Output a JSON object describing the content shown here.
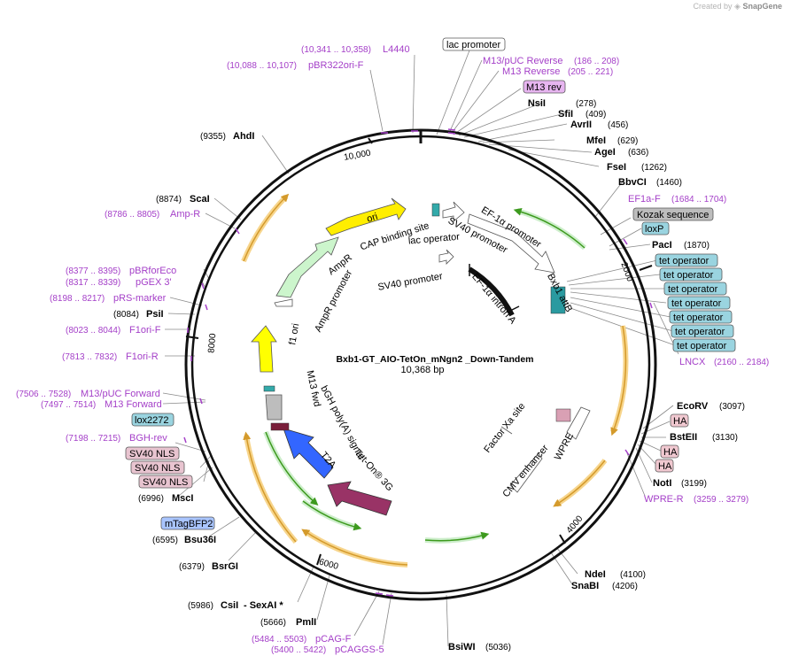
{
  "app": {
    "credit_prefix": "Created by",
    "brand": "SnapGene"
  },
  "map": {
    "name": "Bxb1-GT_AIO-TetOn_mNgn2 _Down-Tandem",
    "length_label": "10,368 bp",
    "ticks": [
      "10,000",
      "2000",
      "4000",
      "6000",
      "8000"
    ]
  },
  "features": {
    "ori": "ori",
    "cap": "CAP binding site",
    "lac_op": "lac operator",
    "sv40_prom": "SV40 promoter",
    "ef1a_prom": "EF-1α promoter",
    "sv40_prom_inner": "SV40 promoter",
    "ef1a_intron": "EF-1α intron A",
    "bxb1": "Bxb1 attB",
    "ampr": "AmpR",
    "ampr_prom": "AmpR promoter",
    "f1ori": "f1 ori",
    "m13fwd": "M13 fwd",
    "bgh": "bGH poly(A) signal",
    "t2a": "T2A",
    "teton": "Tet-On® 3G",
    "factorxa": "Factor Xa site",
    "cmv": "CMV enhancer",
    "wpre": "WPRE"
  },
  "boxes": {
    "lac_promoter": "lac promoter",
    "m13_rev": "M13 rev",
    "kozak": "Kozak sequence",
    "loxp": "loxP",
    "tet_operator": "tet operator",
    "ha": "HA",
    "lox2272": "lox2272",
    "sv40_nls": "SV40 NLS",
    "mtagbfp2": "mTagBFP2"
  },
  "primers": [
    {
      "name": "L4440",
      "range": "(10,341 .. 10,358)"
    },
    {
      "name": "pBR322ori-F",
      "range": "(10,088 .. 10,107)"
    },
    {
      "name": "M13/pUC Reverse",
      "range": "(186 .. 208)"
    },
    {
      "name": "M13 Reverse",
      "range": "(205 .. 221)"
    },
    {
      "name": "EF1a-F",
      "range": "(1684 .. 1704)"
    },
    {
      "name": "LNCX",
      "range": "(2160 .. 2184)"
    },
    {
      "name": "WPRE-R",
      "range": "(3259 .. 3279)"
    },
    {
      "name": "pCAG-F",
      "range": "(5484 .. 5503)"
    },
    {
      "name": "pCAGGS-5",
      "range": "(5400 .. 5422)"
    },
    {
      "name": "BGH-rev",
      "range": "(7198 .. 7215)"
    },
    {
      "name": "M13/pUC Forward",
      "range": "(7506 .. 7528)"
    },
    {
      "name": "M13 Forward",
      "range": "(7497 .. 7514)"
    },
    {
      "name": "F1ori-R",
      "range": "(7813 .. 7832)"
    },
    {
      "name": "F1ori-F",
      "range": "(8023 .. 8044)"
    },
    {
      "name": "pRS-marker",
      "range": "(8198 .. 8217)"
    },
    {
      "name": "pGEX 3'",
      "range": "(8317 .. 8339)"
    },
    {
      "name": "pBRforEco",
      "range": "(8377 .. 8395)"
    },
    {
      "name": "Amp-R",
      "range": "(8786 .. 8805)"
    }
  ],
  "enzymes": [
    {
      "name": "NsiI",
      "pos": "(278)"
    },
    {
      "name": "SfiI",
      "pos": "(409)"
    },
    {
      "name": "AvrII",
      "pos": "(456)"
    },
    {
      "name": "MfeI",
      "pos": "(629)"
    },
    {
      "name": "AgeI",
      "pos": "(636)"
    },
    {
      "name": "FseI",
      "pos": "(1262)"
    },
    {
      "name": "BbvCI",
      "pos": "(1460)"
    },
    {
      "name": "PacI",
      "pos": "(1870)"
    },
    {
      "name": "EcoRV",
      "pos": "(3097)"
    },
    {
      "name": "BstEII",
      "pos": "(3130)"
    },
    {
      "name": "NotI",
      "pos": "(3199)"
    },
    {
      "name": "NdeI",
      "pos": "(4100)"
    },
    {
      "name": "SnaBI",
      "pos": "(4206)"
    },
    {
      "name": "BsiWI",
      "pos": "(5036)"
    },
    {
      "name": "PmlI",
      "pos": "(5666)"
    },
    {
      "name": "CsiI",
      "pos": "(5986)",
      "extra": "- SexAI *"
    },
    {
      "name": "BsrGI",
      "pos": "(6379)"
    },
    {
      "name": "Bsu36I",
      "pos": "(6595)"
    },
    {
      "name": "MscI",
      "pos": "(6996)"
    },
    {
      "name": "PsiI",
      "pos": "(8084)"
    },
    {
      "name": "ScaI",
      "pos": "(8874)"
    },
    {
      "name": "AhdI",
      "pos": "(9355)"
    }
  ],
  "colors": {
    "ori": "#ffee00",
    "ampr": "#ccf5cc",
    "teton": "#993366",
    "bfp": "#3366ff",
    "orf_outline": "#f7d58c",
    "orf_arrow": "#d49a2b",
    "green_arrow": "#3d9a1e",
    "tet_box": "#9ad4e0",
    "ha_box": "#f0c8d0",
    "sv40nls_box": "#e8c4d0",
    "primer": "#a43fc8",
    "enzyme_line": "#808080"
  }
}
